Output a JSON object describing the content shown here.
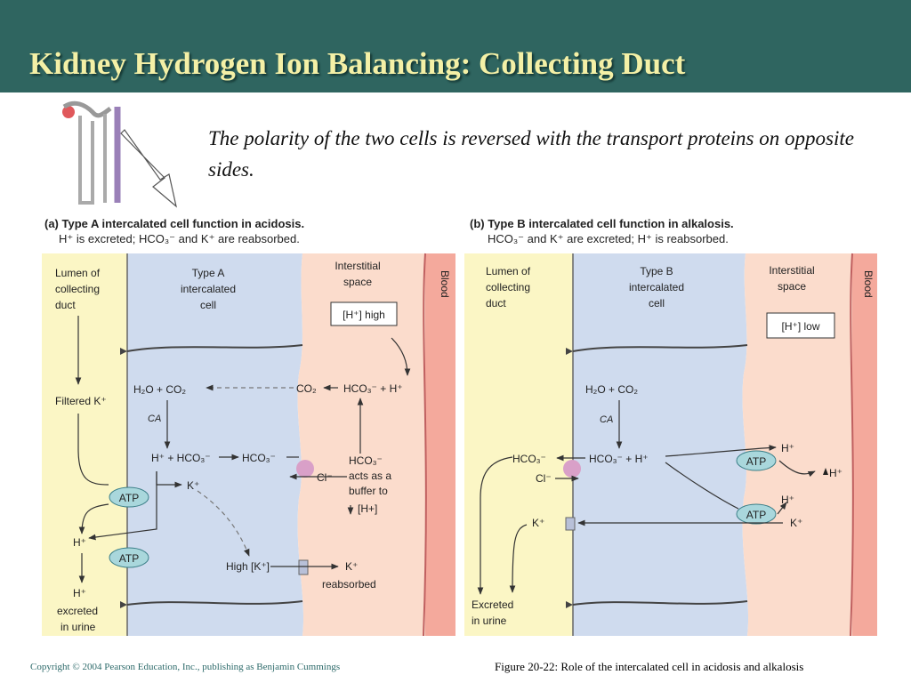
{
  "slide": {
    "title": "Kidney Hydrogen Ion Balancing: Collecting Duct",
    "subtitle": "The polarity of the two cells is reversed with the transport proteins on opposite sides.",
    "copyright": "Copyright © 2004 Pearson Education, Inc., publishing as Benjamin Cummings",
    "caption": "Figure 20-22: Role of the intercalated cell in acidosis and alkalosis"
  },
  "panel_a": {
    "heading": "(a) Type A intercalated cell function in acidosis.",
    "subheading": "H⁺ is excreted; HCO₃⁻ and K⁺ are reabsorbed.",
    "lumen_label": [
      "Lumen of",
      "collecting",
      "duct"
    ],
    "cell_label": [
      "Type A",
      "intercalated",
      "cell"
    ],
    "interstitial_label": [
      "Interstitial",
      "space"
    ],
    "blood_label": "Blood",
    "h_box": "[H⁺] high",
    "filtered_k": "Filtered K⁺",
    "h2o_co2": "H₂O + CO₂",
    "ca": "CA",
    "co2": "CO₂",
    "hco3_h": "HCO₃⁻ + H⁺",
    "h_hco3": "H⁺ + HCO₃⁻",
    "hco3_arrow": "HCO₃⁻",
    "hco3_buffer": [
      "HCO₃⁻",
      "acts as a",
      "buffer to",
      "[H+]"
    ],
    "cl": "Cl⁻",
    "k_plus": "K⁺",
    "atp1": "ATP",
    "atp2": "ATP",
    "h_plus": "H⁺",
    "h_excreted": [
      "H⁺",
      "excreted",
      "in urine"
    ],
    "high_k": "High [K⁺]",
    "k_reabsorbed": [
      "K⁺",
      "reabsorbed"
    ]
  },
  "panel_b": {
    "heading": "(b) Type B intercalated cell function in alkalosis.",
    "subheading": "HCO₃⁻ and K⁺ are excreted; H⁺ is reabsorbed.",
    "lumen_label": [
      "Lumen of",
      "collecting",
      "duct"
    ],
    "cell_label": [
      "Type B",
      "intercalated",
      "cell"
    ],
    "interstitial_label": [
      "Interstitial",
      "space"
    ],
    "blood_label": "Blood",
    "h_box": "[H⁺] low",
    "h2o_co2": "H₂O + CO₂",
    "ca": "CA",
    "hco3_h": "HCO₃⁻ + H⁺",
    "hco3_lumen": "HCO₃⁻",
    "cl": "Cl⁻",
    "k_lumen": "K⁺",
    "k_int": "K⁺",
    "atp1": "ATP",
    "atp2": "ATP",
    "h_plus1": "H⁺",
    "h_plus2": "H⁺",
    "h_plus_blood": "H⁺",
    "excreted": [
      "Excreted",
      "in urine"
    ]
  },
  "colors": {
    "header_bg": "#2f6560",
    "title": "#f4f0a6",
    "lumen": "#fbf6c5",
    "cell": "#cfdbee",
    "interstitial": "#fbdccc",
    "blood": "#f4a99c",
    "atp": "#a9d7dc",
    "channel": "#d9a0c8"
  }
}
